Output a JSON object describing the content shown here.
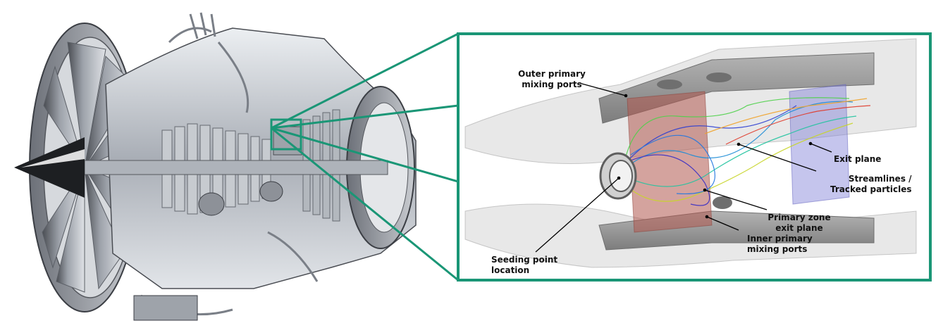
{
  "figure": {
    "colors": {
      "zoom_frame": "#1a9676",
      "engine_metal": "#b9bec6",
      "combustor_grey": "#8f8f8f",
      "plane_red": "#b0574e",
      "plane_blue": "#7f7fd6"
    },
    "labels": {
      "outer_ports": [
        "Outer primary",
        "mixing ports"
      ],
      "exit_plane": "Exit plane",
      "streamlines": [
        "Streamlines /",
        "Tracked particles"
      ],
      "primary_zone": [
        "Primary zone",
        "exit plane"
      ],
      "inner_ports": [
        "Inner primary",
        "mixing ports"
      ],
      "seeding": [
        "Seeding point",
        "location"
      ]
    }
  }
}
